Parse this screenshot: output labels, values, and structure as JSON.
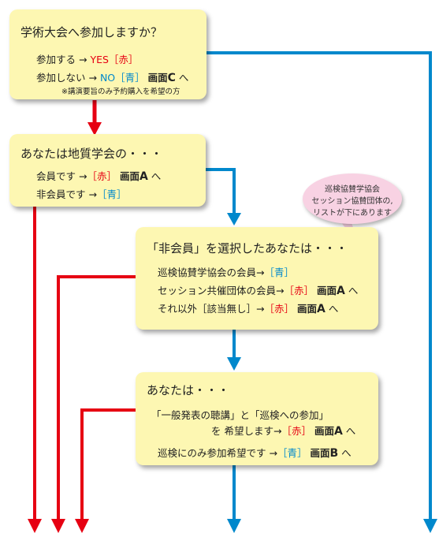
{
  "box1": {
    "question": "学術大会へ参加しますか？",
    "yes": {
      "text": "参加する →",
      "choice": "YES［赤］"
    },
    "no": {
      "text": "参加しない →",
      "choice": "NO［青］",
      "target": "画面",
      "target_letter": "C",
      "suffix": "へ"
    },
    "note": "※講演要旨のみ予約購入を希望の方"
  },
  "box2": {
    "question": "あなたは地質学会の・・・",
    "member": {
      "text": "会員です →",
      "choice": "［赤］",
      "target": "画面",
      "target_letter": "A",
      "suffix": "へ"
    },
    "nonmember": {
      "text": "非会員です →",
      "choice": "［青］"
    }
  },
  "bubble": {
    "lines": [
      "巡検協賛学協会",
      "セッション協賛団体の,",
      "リストが下にあります"
    ]
  },
  "box3": {
    "question": "「非会員」を選択したあなたは・・・",
    "line1": {
      "text": "巡検協賛学協会の会員→",
      "choice": "［青］"
    },
    "line2": {
      "text": "セッション共催団体の会員→",
      "choice": "［赤］",
      "target": "画面",
      "target_letter": "A",
      "suffix": "へ"
    },
    "line3": {
      "text": "それ以外［該当無し］→",
      "choice": "［赤］",
      "target": "画面",
      "target_letter": "A",
      "suffix": "へ"
    }
  },
  "box4": {
    "question": "あなたは・・・",
    "line1": "「一般発表の聴講」と「巡検への参加」",
    "line2": {
      "text": "を 希望します→",
      "choice": "［赤］",
      "target": "画面",
      "target_letter": "A",
      "suffix": "へ"
    },
    "line3": {
      "text": "巡検にのみ参加希望です →",
      "choice": "［青］",
      "target": "画面",
      "target_letter": "B",
      "suffix": "へ"
    }
  },
  "colors": {
    "red": "#e60012",
    "blue": "#0088cc",
    "box": "#fdf7b2",
    "bubble": "#f8d2e3"
  }
}
